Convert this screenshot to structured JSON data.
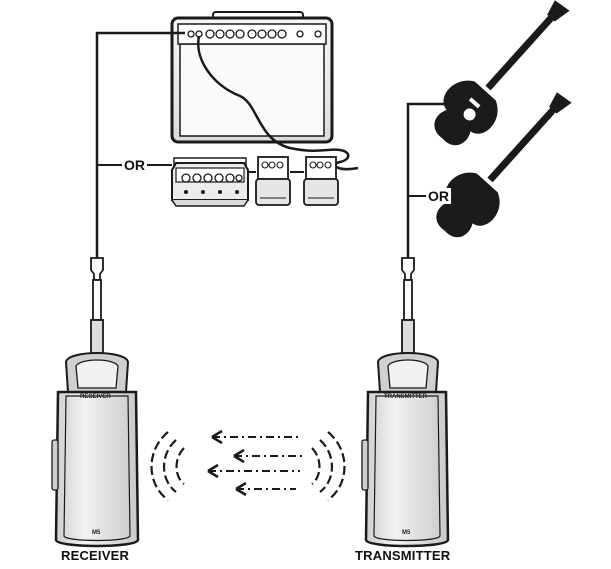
{
  "labels": {
    "or_left": "OR",
    "or_right": "OR",
    "receiver_caption": "RECEIVER",
    "transmitter_caption": "TRANSMITTER",
    "receiver_face": "RECEIVER",
    "transmitter_face": "TRANSMITTER",
    "receiver_model": "M5",
    "transmitter_model": "M5"
  },
  "icons": {
    "amplifier": "amplifier-icon",
    "multi_effects": "multi-effects-pedal-icon",
    "pedal": "effects-pedal-icon",
    "guitar": "electric-guitar-icon",
    "receiver": "wireless-receiver-icon",
    "transmitter": "wireless-transmitter-icon",
    "signal": "wireless-signal-icon",
    "arrow": "signal-direction-arrow-icon"
  },
  "colors": {
    "ink": "#1a1a1a",
    "device_fill": "#e6e6e6",
    "device_dark": "#bdbdbd"
  }
}
